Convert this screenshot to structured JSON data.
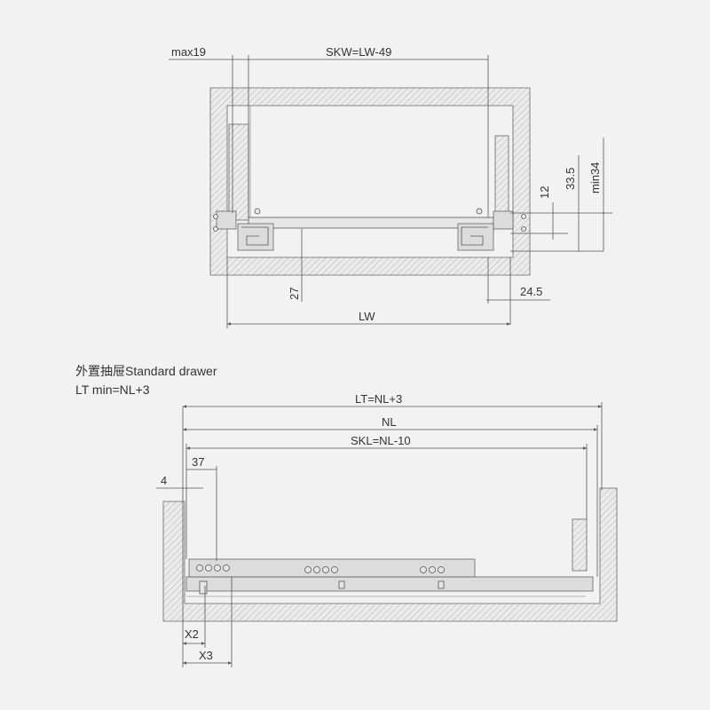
{
  "top_view": {
    "dims": {
      "max19": "max19",
      "skw": "SKW=LW-49",
      "d12": "12",
      "d335": "33.5",
      "min34": "min34",
      "d27": "27",
      "d245": "24.5",
      "lw": "LW"
    }
  },
  "side_view": {
    "caption_line1": "外置抽屉Standard drawer",
    "caption_line2": "LT min=NL+3",
    "dims": {
      "lt": "LT=NL+3",
      "nl": "NL",
      "skl": "SKL=NL-10",
      "d37": "37",
      "d4": "4",
      "x2": "X2",
      "x3": "X3"
    }
  }
}
